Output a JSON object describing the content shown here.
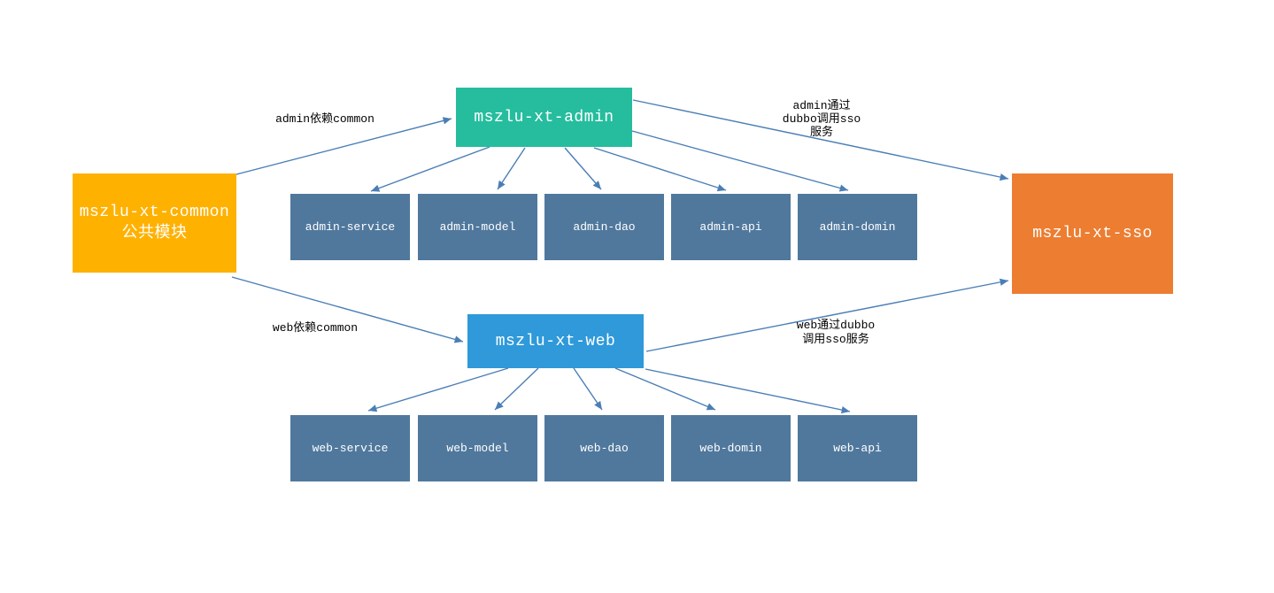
{
  "diagram": {
    "nodes": {
      "common": {
        "label": "mszlu-xt-common",
        "sublabel": "公共模块",
        "color": "#ffb100"
      },
      "admin": {
        "label": "mszlu-xt-admin",
        "color": "#25bd9e"
      },
      "web": {
        "label": "mszlu-xt-web",
        "color": "#2f99da"
      },
      "sso": {
        "label": "mszlu-xt-sso",
        "color": "#ec7d31"
      }
    },
    "admin_modules": [
      {
        "label": "admin-service"
      },
      {
        "label": "admin-model"
      },
      {
        "label": "admin-dao"
      },
      {
        "label": "admin-api"
      },
      {
        "label": "admin-domin"
      }
    ],
    "web_modules": [
      {
        "label": "web-service"
      },
      {
        "label": "web-model"
      },
      {
        "label": "web-dao"
      },
      {
        "label": "web-domin"
      },
      {
        "label": "web-api"
      }
    ],
    "module_color": "#50789d",
    "arrow_color": "#4a7eb5",
    "edge_labels": {
      "admin_depends_common": "admin依赖common",
      "web_depends_common": "web依赖common",
      "admin_calls_sso": [
        "admin通过",
        "dubbo调用sso",
        "服务"
      ],
      "web_calls_sso": [
        "web通过dubbo",
        "调用sso服务"
      ]
    }
  }
}
